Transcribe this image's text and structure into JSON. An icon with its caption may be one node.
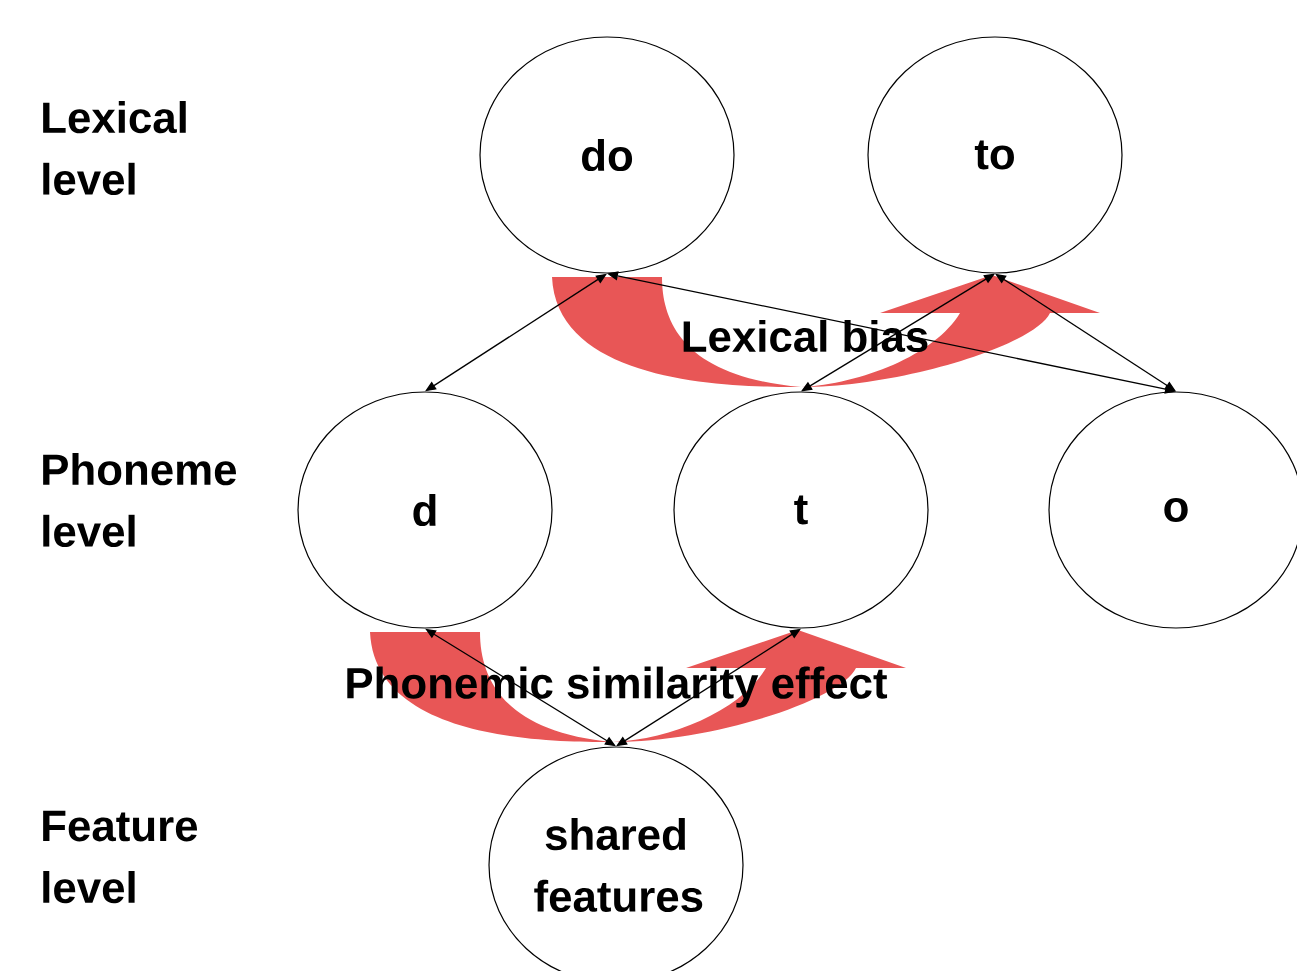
{
  "diagram": {
    "nodes": [
      {
        "text": [
          "do"
        ]
      },
      {
        "text": [
          "to"
        ]
      },
      {
        "text": [
          "d"
        ]
      },
      {
        "text": [
          "t"
        ]
      },
      {
        "text": [
          "o"
        ]
      },
      {
        "text": [
          "shared features"
        ]
      }
    ],
    "edges": [
      {
        "from": 0,
        "to": 1,
        "arrow": "to",
        "label": "Lexical bias",
        "style": "thick",
        "color": "#e85656"
      },
      {
        "from": 2,
        "to": 3,
        "arrow": "to",
        "label": "Phonemic similarity effect",
        "style": "thick",
        "color": "#e85656"
      },
      {
        "from": 0,
        "to": 2,
        "arrow": "both"
      },
      {
        "from": 0,
        "to": 4,
        "arrow": "both"
      },
      {
        "from": 1,
        "to": 3,
        "arrow": "both"
      },
      {
        "from": 1,
        "to": 4,
        "arrow": "both"
      },
      {
        "from": 2,
        "to": 5,
        "arrow": "both"
      },
      {
        "from": 3,
        "to": 5,
        "arrow": "both"
      }
    ],
    "labels": [
      "Lexical level",
      "Phoneme level",
      "Feature level"
    ]
  }
}
